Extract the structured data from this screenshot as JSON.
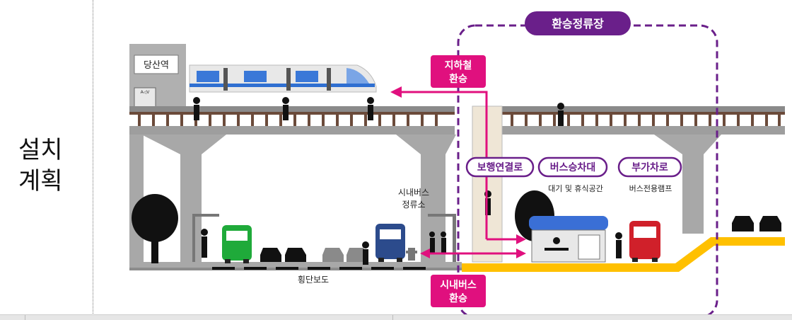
{
  "side_title": {
    "line1": "설치",
    "line2": "계획"
  },
  "labels": {
    "transfer_stop": "환승정류장",
    "station_name": "당산역",
    "subway_transfer_line1": "지하철",
    "subway_transfer_line2": "환승",
    "walkway": "보행연결로",
    "bus_platform": "버스승차대",
    "bus_platform_sub": "대기 및 휴식공간",
    "extra_lane": "부가차로",
    "extra_lane_sub": "버스전용램프",
    "city_bus_stop_line1": "시내버스",
    "city_bus_stop_line2": "정류소",
    "crosswalk": "횡단보도",
    "city_bus_transfer_line1": "시내버스",
    "city_bus_transfer_line2": "환승",
    "av_sign": "A◁V"
  },
  "colors": {
    "magenta": "#e0107e",
    "purple": "#6a1f8a",
    "yellow": "#ffc000",
    "bridge": "#9e9e9e",
    "pillar": "#a8a8a8",
    "rail": "#6b4a3a",
    "bus_green": "#1faa3a",
    "bus_blue": "#2c4b8c",
    "bus_red": "#d0202a"
  }
}
